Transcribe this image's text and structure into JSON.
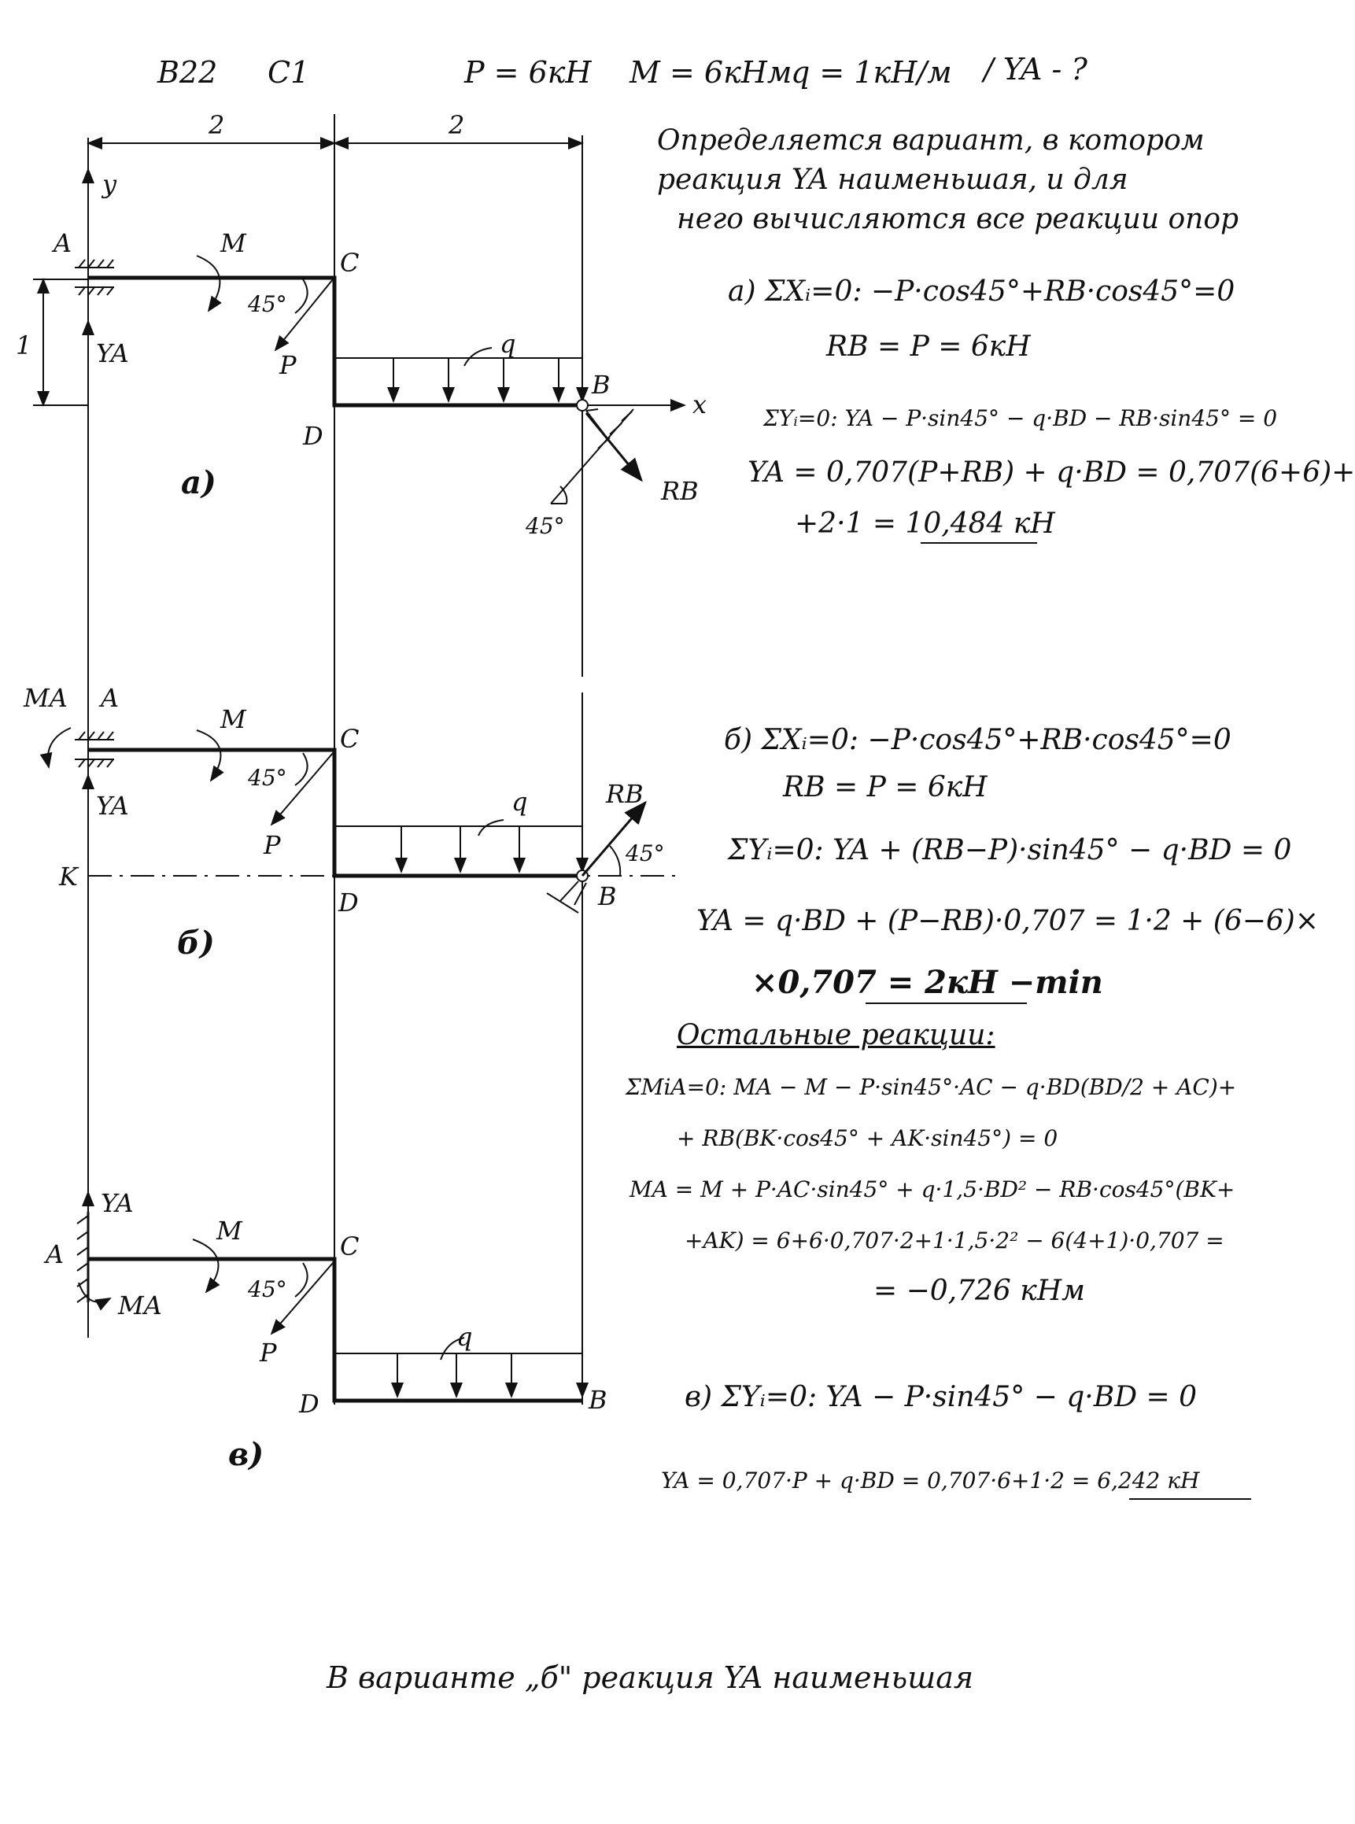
{
  "header": {
    "variant": "В22",
    "problem": "С1",
    "given_p": "P = 6кН",
    "given_m": "M = 6кНм",
    "given_q": "q = 1кН/м",
    "unknown": "/ YA - ?"
  },
  "intro": [
    "Определяется вариант, в котором",
    "реакция YA наименьшая, и для",
    "него вычисляются все реакции опор"
  ],
  "labels": {
    "dim_ac": "2",
    "dim_cb": "2",
    "dim_h": "1",
    "y": "y",
    "x": "x",
    "A": "A",
    "B": "B",
    "C": "C",
    "D": "D",
    "K": "K",
    "M": "M",
    "MA": "MA",
    "YA": "YA",
    "P": "P",
    "q": "q",
    "RB": "RB",
    "angle": "45°",
    "variant_a": "a)",
    "variant_b": "б)",
    "variant_v": "в)"
  },
  "sol_a": [
    "a) ΣXᵢ=0: −P·cos45°+RB·cos45°=0",
    "RB = P = 6кН",
    "ΣYᵢ=0: YA − P·sin45° − q·BD − RB·sin45° = 0",
    "YA = 0,707(P+RB) + q·BD = 0,707(6+6)+",
    "+2·1 = 10,484 кН"
  ],
  "sol_b": [
    "б) ΣXᵢ=0: −P·cos45°+RB·cos45°=0",
    "RB = P = 6кН",
    "ΣYᵢ=0: YA + (RB−P)·sin45° − q·BD = 0",
    "YA = q·BD + (P−RB)·0,707 = 1·2 + (6−6)×",
    "×0,707 = 2кН −min",
    "Остальные реакции:",
    "ΣMiA=0: MA − M − P·sin45°·AC − q·BD(BD/2 + AC)+",
    "+ RB(BK·cos45° + AK·sin45°) = 0",
    "MA = M + P·AC·sin45° + q·1,5·BD² − RB·cos45°(BK+",
    "+AK) = 6+6·0,707·2+1·1,5·2² − 6(4+1)·0,707 =",
    "= −0,726 кНм"
  ],
  "sol_v": [
    "в) ΣYᵢ=0: YA − P·sin45° − q·BD = 0",
    "YA = 0,707·P + q·BD = 0,707·6+1·2 = 6,242 кН"
  ],
  "conclusion": "В варианте „б\" реакция YA наименьшая"
}
